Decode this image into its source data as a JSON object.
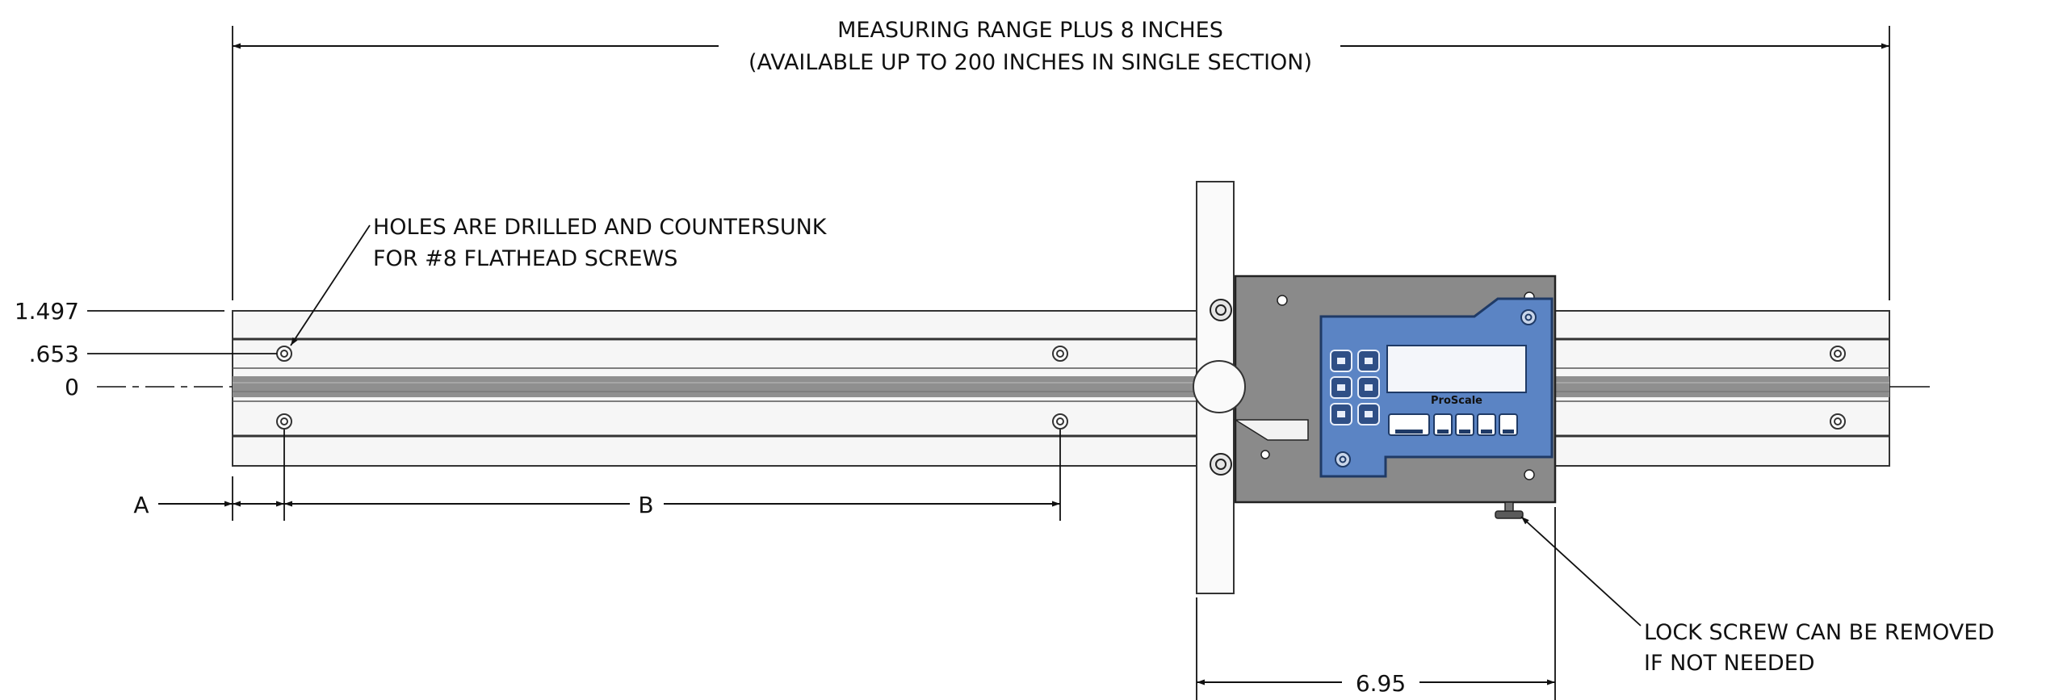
{
  "annotations": {
    "range_line1": "MEASURING RANGE PLUS 8 INCHES",
    "range_line2": "(AVAILABLE UP TO 200 INCHES IN SINGLE SECTION)",
    "holes_line1": "HOLES ARE DRILLED AND COUNTERSUNK",
    "holes_line2": "FOR #8 FLATHEAD SCREWS",
    "lock_line1": "LOCK SCREW CAN BE REMOVED",
    "lock_line2": "IF NOT NEEDED"
  },
  "dimensions": {
    "height_top": "1.497",
    "height_hole": ".653",
    "height_zero": "0",
    "hole_offset": "A",
    "hole_spacing": "B",
    "head_width": "6.95"
  },
  "display": {
    "brand": "ProScale"
  },
  "colors": {
    "rail_light": "#ececec",
    "rail_center": "#8f8f8f",
    "head_plate": "#8a8a8a",
    "display_blue": "#5b84c4",
    "display_blue_dark": "#2f4f86",
    "screen": "#f4f6fa"
  }
}
